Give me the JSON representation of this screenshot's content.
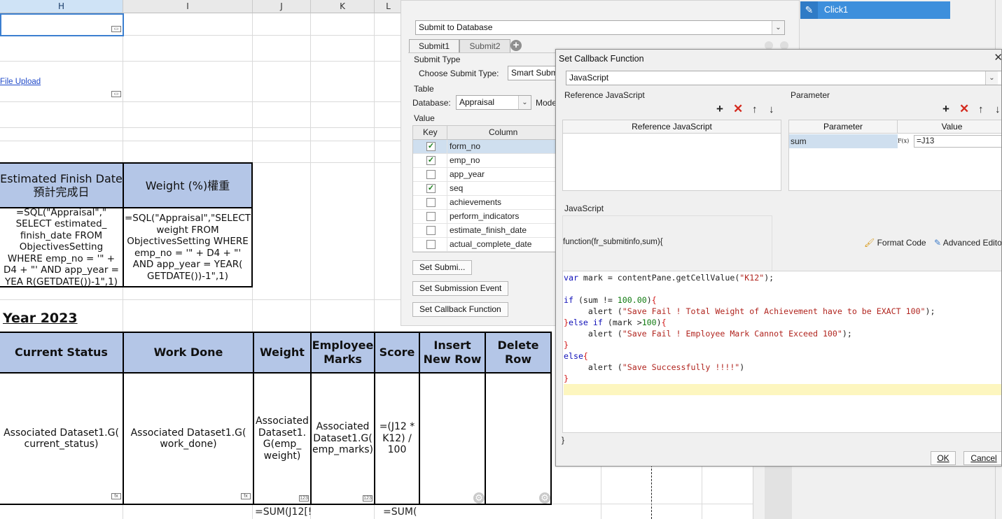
{
  "sheet": {
    "columns": [
      "H",
      "I",
      "J",
      "K",
      "L"
    ],
    "file_upload_link": "File Upload",
    "est_finish_header": "Estimated Finish Date\n預計完成日",
    "weight_header": "Weight (%)權重",
    "formula_est": "=SQL(\"Appraisal\",\" SELECT estimated_ finish_date FROM ObjectivesSetting WHERE emp_no = '\" + D4 + \"' AND app_year = YEA R(GETDATE())-1\",1)",
    "formula_weight": "=SQL(\"Appraisal\",\"SELECT weight FROM ObjectivesSetting WHERE emp_no = '\" + D4 + \"' AND app_year = YEAR( GETDATE())-1\",1)",
    "year_title": "Year 2023",
    "headers": [
      "Current Status",
      "Work Done",
      "Weight",
      "Employee Marks",
      "Score",
      "Insert New Row",
      "Delete Row"
    ],
    "row_values": [
      "Associated Dataset1.G( current_status)",
      "Associated Dataset1.G( work_done)",
      "Associated Dataset1. G(emp_ weight)",
      "Associated Dataset1.G( emp_marks)",
      "=(J12 * K12) / 100",
      "",
      ""
    ],
    "sum_j": "=SUM(J12[!",
    "sum_l": "=SUM("
  },
  "right_panel": {
    "widget_label": "Click1",
    "widget_icon": "pencil-icon"
  },
  "submit_panel": {
    "action_select": "Submit to Database",
    "tabs": [
      "Submit1",
      "Submit2"
    ],
    "submit_type_label": "Submit Type",
    "choose_type_label": "Choose Submit Type:",
    "choose_type_value": "Smart Subm",
    "table_label": "Table",
    "database_label": "Database:",
    "database_value": "Appraisal",
    "mode_label": "Mode",
    "value_label": "Value",
    "key_header": "Key",
    "column_header": "Column",
    "rows": [
      {
        "key": true,
        "column": "form_no",
        "selected": true
      },
      {
        "key": true,
        "column": "emp_no",
        "selected": false
      },
      {
        "key": false,
        "column": "app_year",
        "selected": false
      },
      {
        "key": true,
        "column": "seq",
        "selected": false
      },
      {
        "key": false,
        "column": "achievements",
        "selected": false
      },
      {
        "key": false,
        "column": "perform_indicators",
        "selected": false
      },
      {
        "key": false,
        "column": "estimate_finish_date",
        "selected": false
      },
      {
        "key": false,
        "column": "actual_complete_date",
        "selected": false
      }
    ],
    "buttons": [
      "Set Submi...",
      "Set Submission Event",
      "Set Callback Function"
    ]
  },
  "dialog": {
    "title": "Set Callback Function",
    "language": "JavaScript",
    "ref_js_section": "Reference JavaScript",
    "ref_js_header": "Reference JavaScript",
    "param_section": "Parameter",
    "param_header": "Parameter",
    "value_header": "Value",
    "param_name": "sum",
    "param_value": "=J13",
    "fx_label": "F(x)",
    "js_section": "JavaScript",
    "function_signature": "function(fr_submitinfo,sum){",
    "format_code": "Format Code",
    "advanced_editor": "Advanced Edito",
    "closing_brace": "}",
    "ok": "OK",
    "cancel": "Cancel"
  }
}
